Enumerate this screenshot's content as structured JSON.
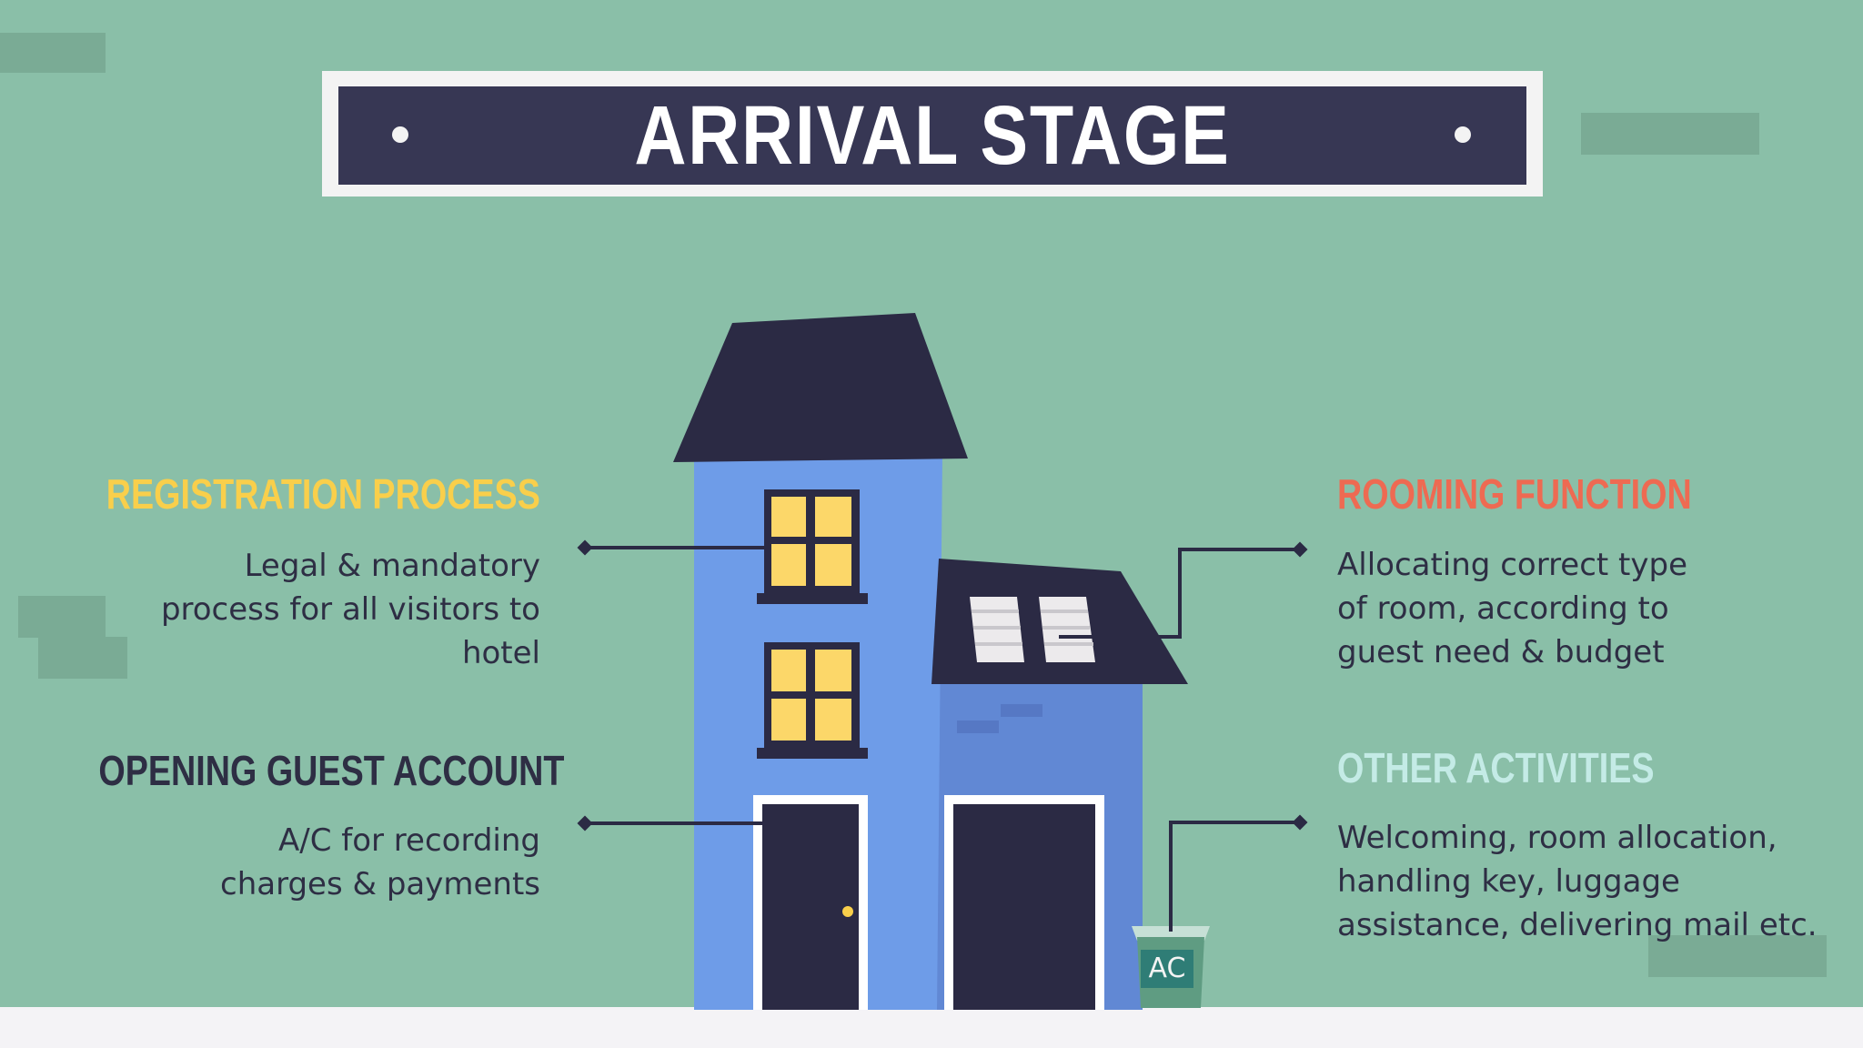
{
  "title": "ARRIVAL STAGE",
  "sections": {
    "registration": {
      "heading": "REGISTRATION PROCESS",
      "color": "#f9cf4b",
      "lines": [
        "Legal & mandatory",
        "process for all visitors to",
        "hotel"
      ]
    },
    "guest_account": {
      "heading": "OPENING GUEST ACCOUNT",
      "color": "#2e2e44",
      "lines": [
        "A/C for recording",
        "charges & payments"
      ]
    },
    "rooming": {
      "heading": "ROOMING FUNCTION",
      "color": "#ee6a52",
      "lines": [
        "Allocating correct type",
        "of room, according to",
        "guest need & budget"
      ]
    },
    "other": {
      "heading": "OTHER ACTIVITIES",
      "color": "#c4ebe6",
      "lines": [
        "Welcoming, room allocation,",
        "handling key, luggage",
        "assistance, delivering mail etc."
      ]
    }
  },
  "illustration": {
    "ac_label": "AC"
  },
  "colors": {
    "background": "#8abfa8",
    "title_bar": "#373754",
    "house_front": "#6e9ce8",
    "house_side": "#6188d4",
    "roof": "#2b2a44",
    "window": "#fcd769"
  }
}
